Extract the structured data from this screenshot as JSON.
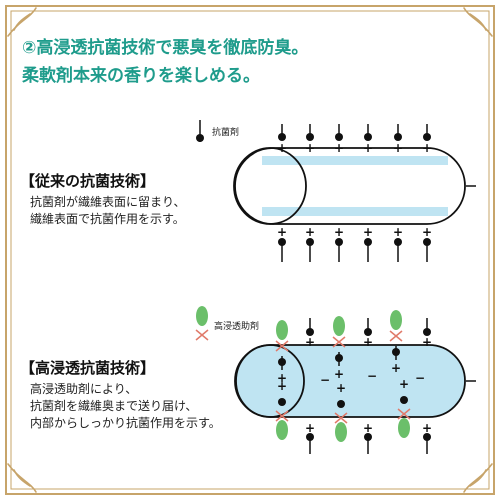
{
  "headline": {
    "line1": "②高浸透抗菌技術で悪臭を徹底防臭。",
    "line2": "柔軟剤本来の香りを楽しめる。"
  },
  "legend": {
    "antibacterial": "抗菌剤",
    "penetrant": "高浸透助剤"
  },
  "conventional": {
    "title": "【従来の抗菌技術】",
    "desc": [
      "抗菌剤が繊維表面に留まり、",
      "繊維表面で抗菌作用を示す。"
    ]
  },
  "high_penetration": {
    "title": "【高浸透抗菌技術】",
    "desc": [
      "高浸透助剤により、",
      "抗菌剤を繊維奥まで送り届け、",
      "内部からしっかり抗菌作用を示す。"
    ]
  },
  "symbols": {
    "plus": "+",
    "minus": "−"
  },
  "colors": {
    "accent": "#1f9c8c",
    "frame_gold": "#c7a46a",
    "fiber_fill": "#bfe4f2",
    "agent_green": "#6bbf6a",
    "agent_stem": "#e07a6a"
  }
}
